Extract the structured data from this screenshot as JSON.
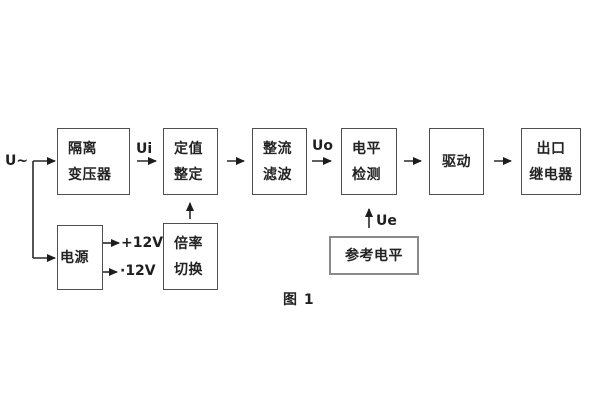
{
  "diagram": {
    "caption": "图 1",
    "input_label": "U~",
    "signal_labels": {
      "ui": "Ui",
      "uo": "Uo",
      "ue": "Ue"
    },
    "power_labels": {
      "pos": "+12V",
      "neg": "·12V"
    },
    "blocks": {
      "isolation_transformer": {
        "line1": "隔离",
        "line2": "变压器"
      },
      "setting_adjust": {
        "line1": "定值",
        "line2": "整定"
      },
      "rectifier_filter": {
        "line1": "整流",
        "line2": "滤波"
      },
      "level_detection": {
        "line1": "电平",
        "line2": "检测"
      },
      "drive": {
        "line1": "驱动"
      },
      "output_relay": {
        "line1": "出口",
        "line2": "继电器"
      },
      "power_supply": {
        "line1": "电源"
      },
      "ratio_switch": {
        "line1": "倍率",
        "line2": "切换"
      },
      "reference_level": {
        "line1": "参考电平"
      }
    },
    "colors": {
      "background": "#ffffff",
      "box_border": "#4f4f4f",
      "reference_box_border": "#8a8a8a",
      "text": "#232323",
      "line": "#2a2a2a"
    }
  }
}
